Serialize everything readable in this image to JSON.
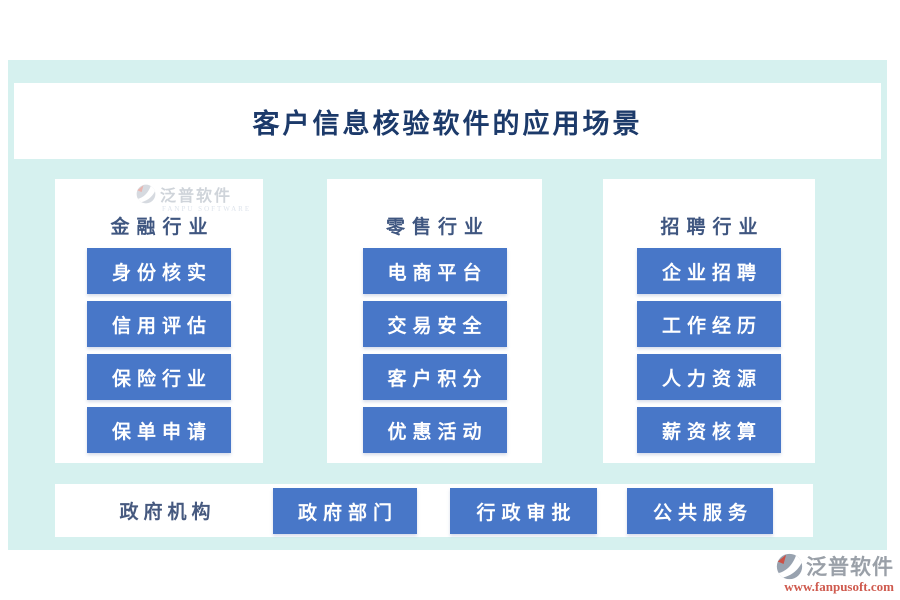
{
  "title": "客户信息核验软件的应用场景",
  "columns": [
    {
      "header": "金融行业",
      "items": [
        "身份核实",
        "信用评估",
        "保险行业",
        "保单申请"
      ]
    },
    {
      "header": "零售行业",
      "items": [
        "电商平台",
        "交易安全",
        "客户积分",
        "优惠活动"
      ]
    },
    {
      "header": "招聘行业",
      "items": [
        "企业招聘",
        "工作经历",
        "人力资源",
        "薪资核算"
      ]
    }
  ],
  "bottom_row": {
    "header": "政府机构",
    "items": [
      "政府部门",
      "行政审批",
      "公共服务"
    ]
  },
  "watermark": {
    "brand": "泛普软件",
    "brand_en": "FANPU SOFTWARE",
    "url": "www.fanpusoft.com",
    "icon": "fanpu-logo-icon"
  },
  "colors": {
    "accent_blue": "#4877c8",
    "panel_cyan": "#d6f1ef",
    "title_navy": "#1c3a6a",
    "header_navy": "#3f5680",
    "logo_gray": "#9aa0a8",
    "logo_red": "#cf5a4e"
  }
}
